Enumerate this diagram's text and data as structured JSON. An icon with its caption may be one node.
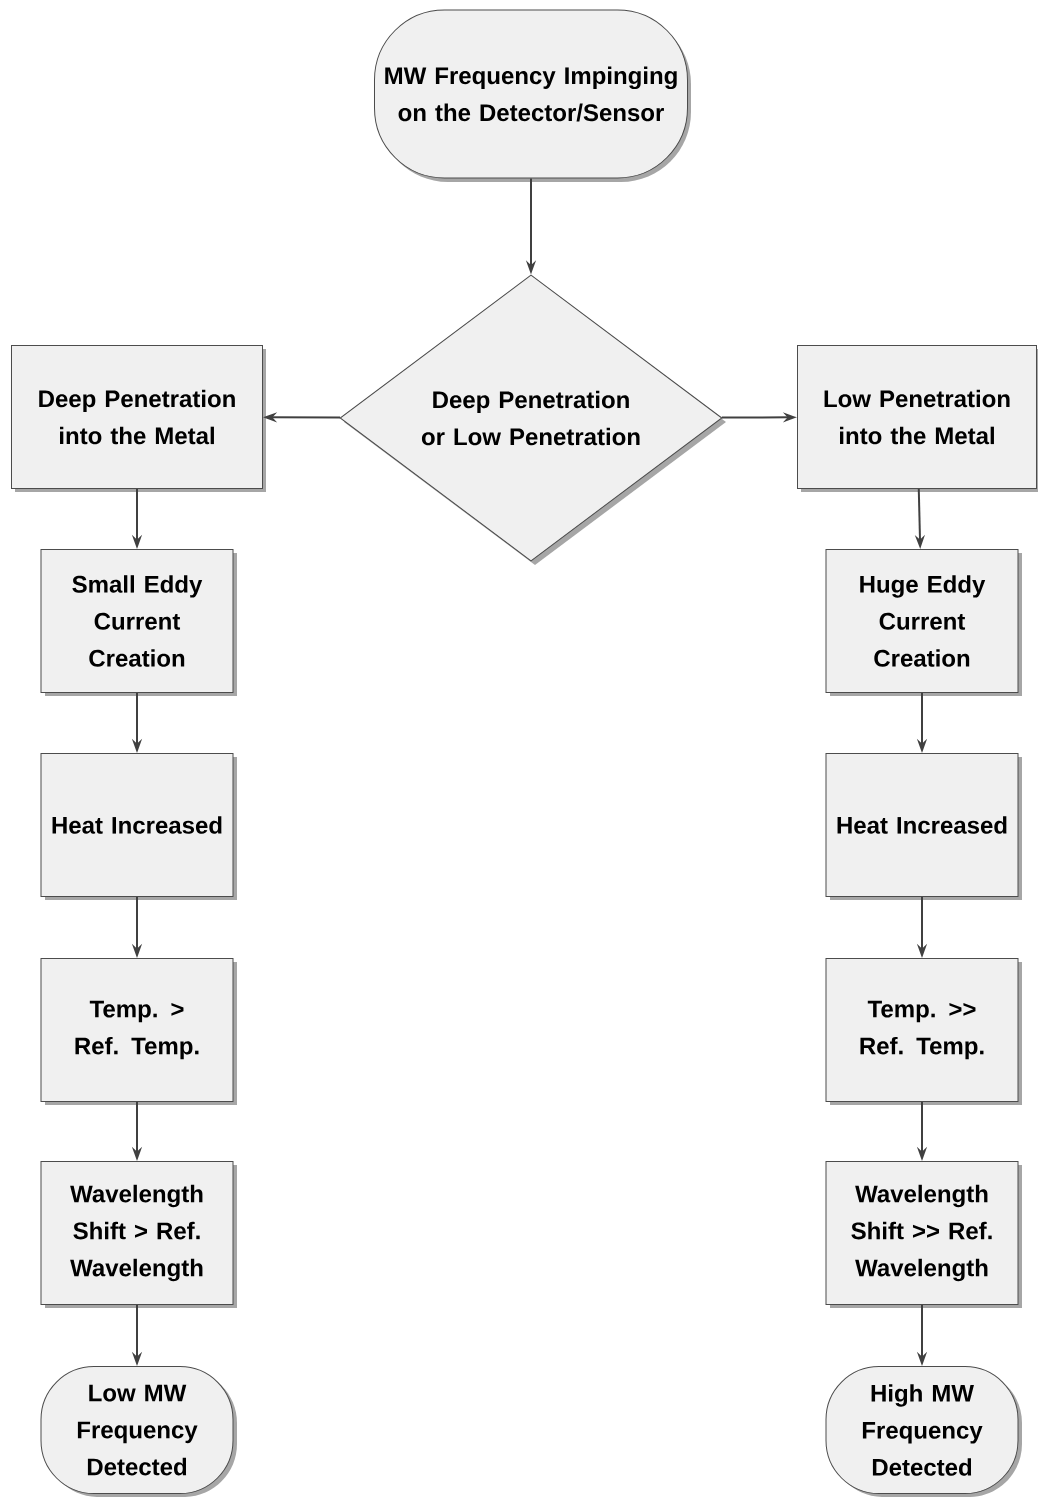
{
  "diagram": {
    "nodes": [
      {
        "text": [
          "MW Frequency Impinging on the Detector/Sensor"
        ]
      },
      {
        "text": [
          "Deep Penetration or Low Penetration"
        ]
      },
      {
        "text": [
          "Deep Penetration into the Metal"
        ]
      },
      {
        "text": [
          "Low Penetration into the Metal"
        ]
      },
      {
        "text": [
          "Small Eddy Current Creation"
        ]
      },
      {
        "text": [
          "Huge Eddy Current Creation"
        ]
      },
      {
        "text": [
          "Heat Increased"
        ]
      },
      {
        "text": [
          "Heat Increased"
        ]
      },
      {
        "text": [
          "Temp. > Ref. Temp."
        ]
      },
      {
        "text": [
          "Temp. >> Ref. Temp."
        ]
      },
      {
        "text": [
          "Wavelength Shift > Ref. Wavelength"
        ]
      },
      {
        "text": [
          "Wavelength Shift >> Ref. Wavelength"
        ]
      },
      {
        "text": [
          "Low MW Frequency Detected"
        ]
      },
      {
        "text": [
          "High MW Frequency Detected"
        ]
      }
    ],
    "edges": [
      {
        "from": 0,
        "to": 1,
        "arrow": "to"
      },
      {
        "from": 1,
        "to": 2,
        "arrow": "to"
      },
      {
        "from": 1,
        "to": 3,
        "arrow": "to"
      },
      {
        "from": 2,
        "to": 4,
        "arrow": "to"
      },
      {
        "from": 4,
        "to": 6,
        "arrow": "to"
      },
      {
        "from": 6,
        "to": 8,
        "arrow": "to"
      },
      {
        "from": 8,
        "to": 10,
        "arrow": "to"
      },
      {
        "from": 10,
        "to": 12,
        "arrow": "to"
      },
      {
        "from": 3,
        "to": 5,
        "arrow": "to"
      },
      {
        "from": 5,
        "to": 7,
        "arrow": "to"
      },
      {
        "from": 7,
        "to": 9,
        "arrow": "to"
      },
      {
        "from": 9,
        "to": 11,
        "arrow": "to"
      },
      {
        "from": 11,
        "to": 13,
        "arrow": "to"
      }
    ]
  }
}
